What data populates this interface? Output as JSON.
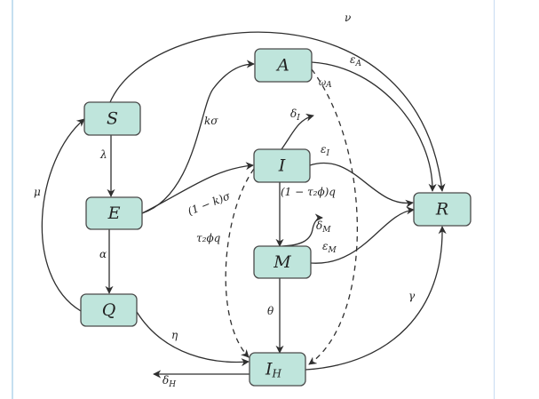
{
  "diagram": {
    "type": "compartmental-model-flow-diagram",
    "colors": {
      "node_fill": "#bfe5dc",
      "node_stroke": "#4a4a4a",
      "edge": "#2f2f2f",
      "frame": "#c5dff0"
    },
    "nodes": [
      {
        "id": "S",
        "label": "S"
      },
      {
        "id": "A",
        "label": "A"
      },
      {
        "id": "E",
        "label": "E"
      },
      {
        "id": "I",
        "label": "I"
      },
      {
        "id": "R",
        "label": "R"
      },
      {
        "id": "M",
        "label": "M"
      },
      {
        "id": "Q",
        "label": "Q"
      },
      {
        "id": "IH",
        "label": "I",
        "subscript": "H"
      }
    ],
    "edges": [
      {
        "from": "S",
        "to": "E",
        "label": "λ",
        "style": "solid"
      },
      {
        "from": "S",
        "to": "R",
        "label": "ν",
        "style": "solid"
      },
      {
        "from": "E",
        "to": "A",
        "label": "kσ",
        "style": "solid"
      },
      {
        "from": "E",
        "to": "I",
        "label": "(1 − k)σ",
        "style": "solid"
      },
      {
        "from": "E",
        "to": "Q",
        "label": "α",
        "style": "solid"
      },
      {
        "from": "Q",
        "to": "S",
        "label": "μ",
        "style": "solid"
      },
      {
        "from": "Q",
        "to": "IH",
        "label": "η",
        "style": "solid"
      },
      {
        "from": "A",
        "to": "R",
        "label": "ε",
        "label_sub": "A",
        "style": "solid"
      },
      {
        "from": "A",
        "to": "IH",
        "label": "ω",
        "label_sub": "A",
        "style": "dashed"
      },
      {
        "from": "I",
        "to": "out",
        "label": "δ",
        "label_sub": "I",
        "style": "solid"
      },
      {
        "from": "I",
        "to": "R",
        "label": "ε",
        "label_sub": "I",
        "style": "solid"
      },
      {
        "from": "I",
        "to": "M",
        "label": "(1 − τ₂ϕ)q",
        "style": "solid"
      },
      {
        "from": "I",
        "to": "IH",
        "label": "τ₂ϕq",
        "style": "dashed"
      },
      {
        "from": "M",
        "to": "out",
        "label": "δ",
        "label_sub": "M",
        "style": "solid"
      },
      {
        "from": "M",
        "to": "R",
        "label": "ε",
        "label_sub": "M",
        "style": "solid"
      },
      {
        "from": "M",
        "to": "IH",
        "label": "θ",
        "style": "solid"
      },
      {
        "from": "IH",
        "to": "R",
        "label": "γ",
        "style": "solid"
      },
      {
        "from": "IH",
        "to": "out",
        "label": "δ",
        "label_sub": "H",
        "style": "solid"
      }
    ],
    "labels": {
      "lambda": "λ",
      "nu": "ν",
      "k_sigma": "kσ",
      "one_minus_k_sigma": "(1 − k)σ",
      "alpha": "α",
      "mu": "μ",
      "eta": "η",
      "epsilon": "ε",
      "omega": "ω",
      "delta": "δ",
      "sub_A": "A",
      "sub_I": "I",
      "sub_M": "M",
      "sub_H": "H",
      "one_minus_tau2_phi_q": "(1 − τ₂ϕ)q",
      "tau2_phi_q": "τ₂ϕq",
      "theta": "θ",
      "gamma": "γ"
    }
  }
}
